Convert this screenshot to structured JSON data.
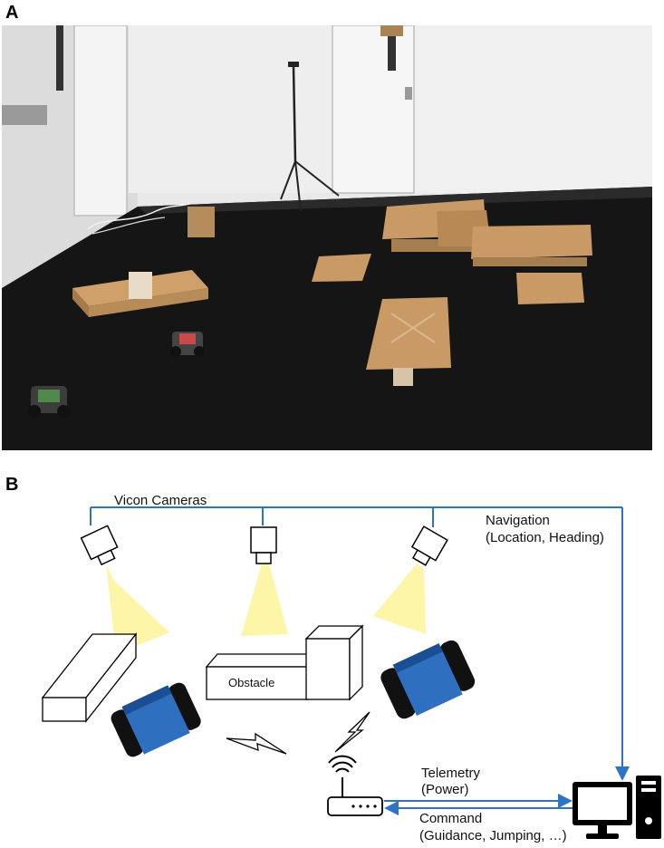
{
  "panels": {
    "a_label": "A",
    "b_label": "B"
  },
  "diagram": {
    "cameras_label": "Vicon Cameras",
    "navigation_label": "Navigation",
    "navigation_detail": "(Location, Heading)",
    "obstacle_label": "Obstacle",
    "telemetry_label": "Telemetry",
    "telemetry_detail": "(Power)",
    "command_label": "Command",
    "command_detail": "(Guidance, Jumping, …)"
  },
  "colors": {
    "link_blue": "#2f74c4",
    "robot_blue": "#2f6fc0",
    "camera_light": "#fdf5a8",
    "floor": "#151515",
    "wall": "#ececec",
    "cardboard": "#c99a66"
  },
  "icons": [
    "camera-icon",
    "robot-icon",
    "router-icon",
    "computer-icon",
    "lightning-icon"
  ]
}
